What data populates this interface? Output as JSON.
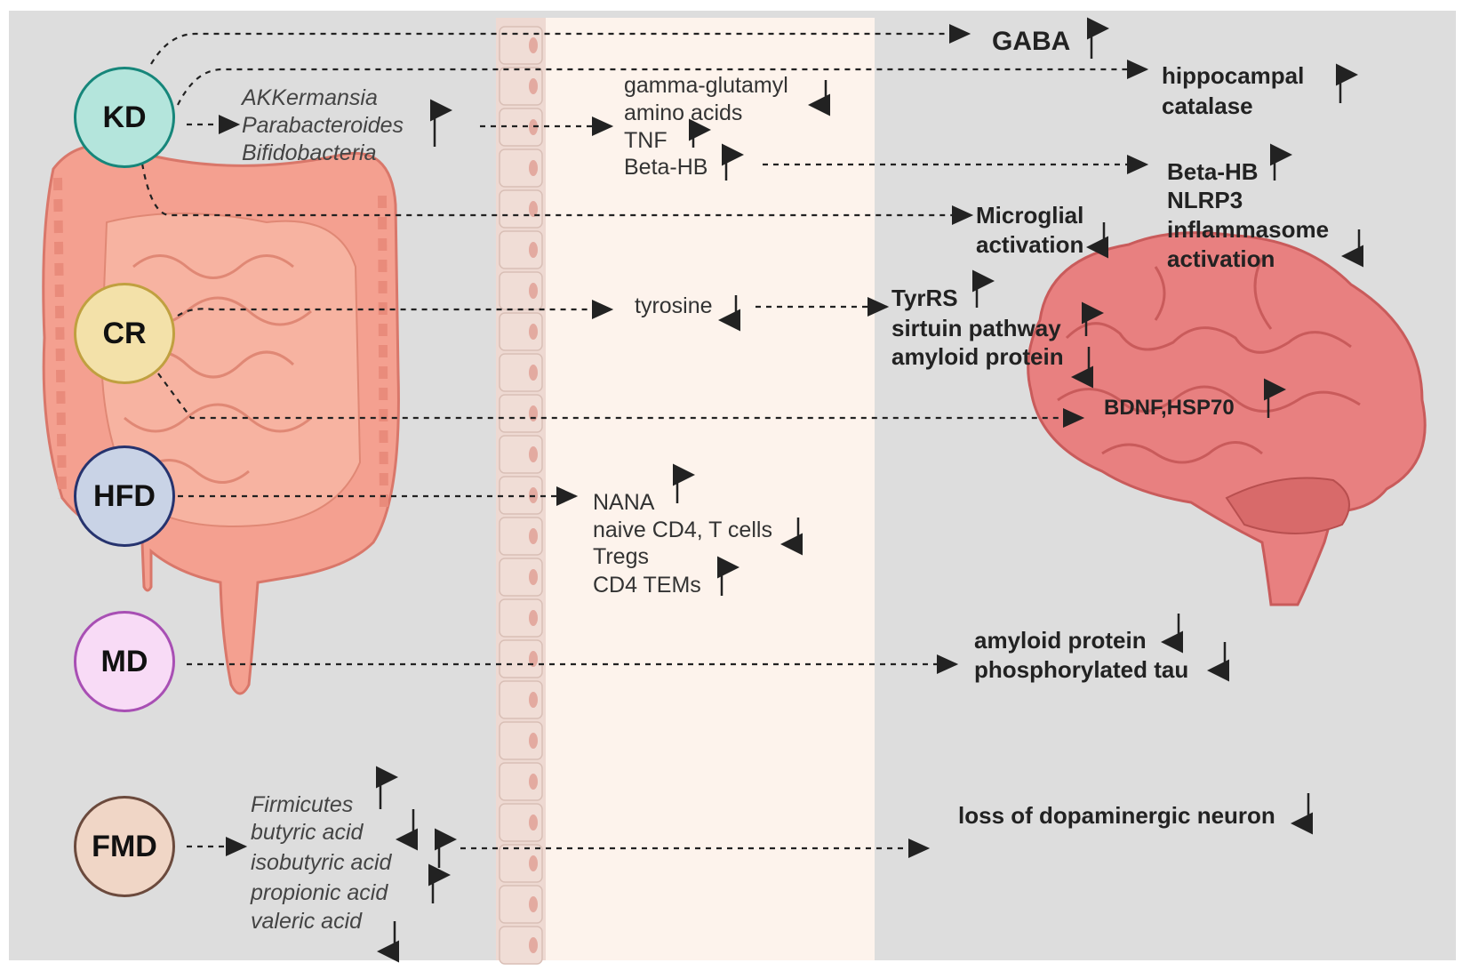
{
  "colors": {
    "panel": "#dddddd",
    "band": "#fdf3ec",
    "intestine": "#f29a8c",
    "brain": "#e87c7c"
  },
  "diets": {
    "kd": "KD",
    "cr": "CR",
    "hfd": "HFD",
    "md": "MD",
    "fmd": "FMD"
  },
  "kd": {
    "bacteria": [
      "AKKermansia",
      "Parabacteroides",
      "Bifidobacteria"
    ],
    "gut": [
      "gamma-glutamyl",
      "amino acids",
      "TNF",
      "Beta-HB"
    ],
    "brain_gaba": "GABA",
    "brain_catalase": [
      "hippocampal",
      "catalase"
    ],
    "brain_betahb": [
      "Beta-HB",
      "NLRP3",
      "inflammasome",
      "activation"
    ],
    "brain_microglia": [
      "Microglial",
      "activation"
    ]
  },
  "cr": {
    "gut": "tyrosine",
    "brain": [
      "TyrRS",
      "sirtuin pathway",
      "amyloid protein"
    ],
    "brain_bdnf": "BDNF,HSP70"
  },
  "hfd": {
    "gut": [
      "NANA",
      "naive CD4, T cells",
      "Tregs",
      "CD4 TEMs"
    ]
  },
  "md": {
    "brain": [
      "amyloid protein",
      "phosphorylated tau"
    ]
  },
  "fmd": {
    "bacteria": [
      "Firmicutes",
      "butyric acid",
      "isobutyric acid",
      "propionic acid",
      "valeric acid"
    ],
    "brain": "loss of dopaminergic neuron"
  }
}
